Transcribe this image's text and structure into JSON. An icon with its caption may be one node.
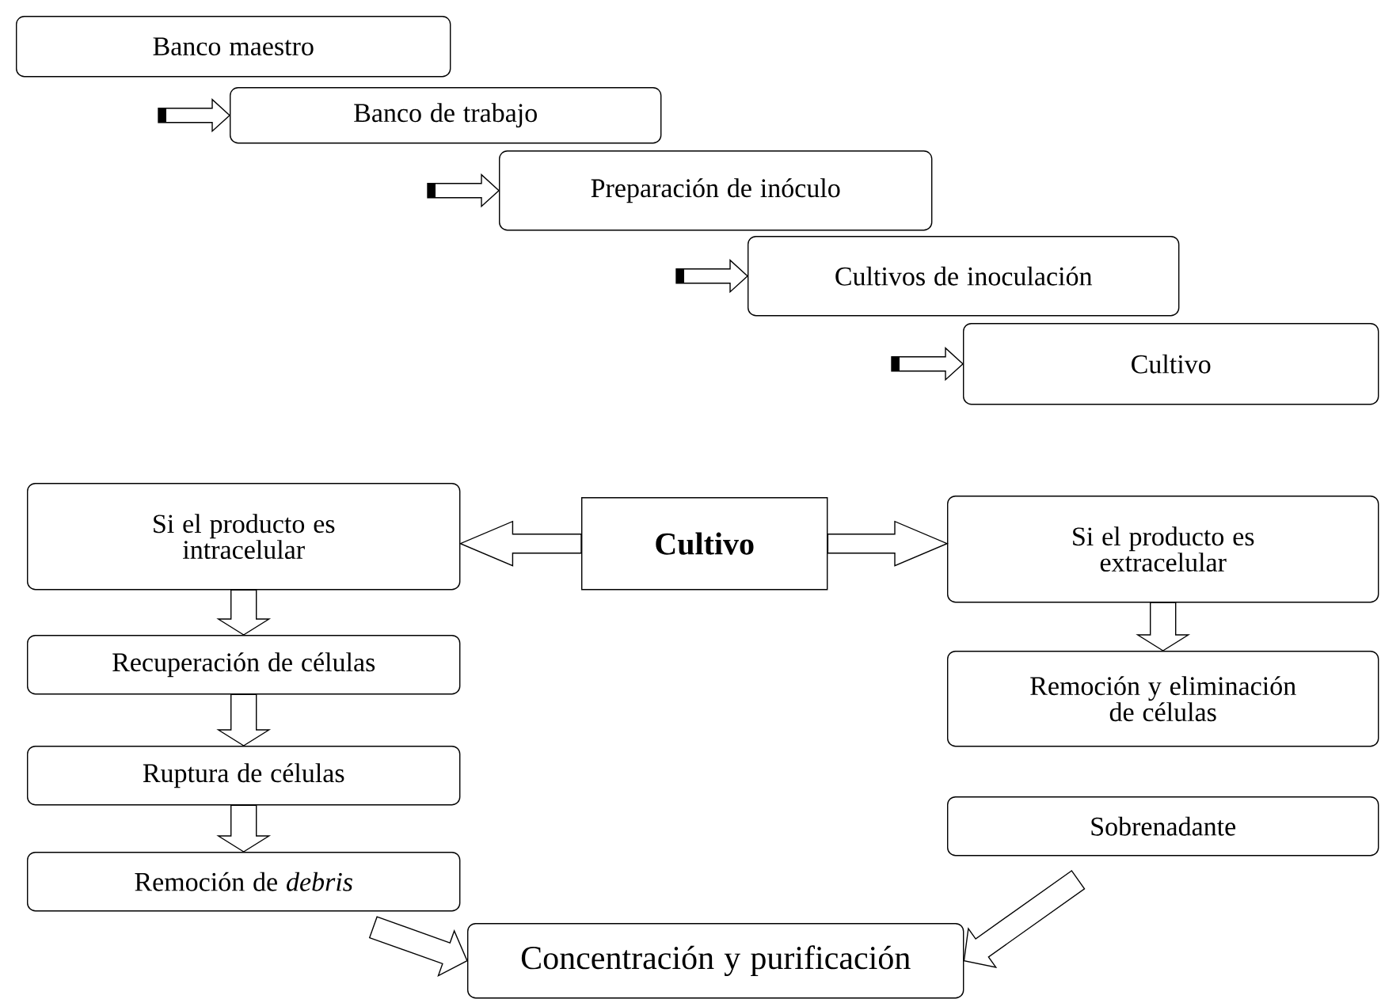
{
  "diagram": {
    "nodes": [
      {
        "text": [
          "Banco maestro"
        ]
      },
      {
        "text": [
          "Banco de trabajo"
        ]
      },
      {
        "text": [
          "Preparación de inóculo"
        ]
      },
      {
        "text": [
          "Cultivos de inoculación"
        ]
      },
      {
        "text": [
          "Cultivo"
        ]
      },
      {
        "text": [
          "Si el producto es intracelular"
        ]
      },
      {
        "text": [
          "Cultivo"
        ]
      },
      {
        "text": [
          "Si el producto es extracelular"
        ]
      },
      {
        "text": [
          "Recuperación de células"
        ]
      },
      {
        "text": [
          "Ruptura de células"
        ]
      },
      {
        "text": [
          "Remoción de *debris*"
        ]
      },
      {
        "text": [
          "Remoción y eliminación de células"
        ]
      },
      {
        "text": [
          "Sobrenadante"
        ]
      },
      {
        "text": [
          "Concentración y purificación"
        ]
      }
    ],
    "edges": [
      {
        "from": null,
        "to": 1,
        "arrow": "to"
      },
      {
        "from": null,
        "to": 2,
        "arrow": "to"
      },
      {
        "from": null,
        "to": 3,
        "arrow": "to"
      },
      {
        "from": null,
        "to": 4,
        "arrow": "to"
      },
      {
        "from": 6,
        "to": 5,
        "arrow": "to"
      },
      {
        "from": 6,
        "to": 7,
        "arrow": "to"
      },
      {
        "from": 5,
        "to": 8,
        "arrow": "to"
      },
      {
        "from": 8,
        "to": 9,
        "arrow": "to"
      },
      {
        "from": 9,
        "to": 10,
        "arrow": "to"
      },
      {
        "from": 7,
        "to": 11,
        "arrow": "to"
      },
      {
        "from": 10,
        "to": 13,
        "arrow": "to"
      },
      {
        "from": 12,
        "to": 13,
        "arrow": "to"
      }
    ]
  }
}
